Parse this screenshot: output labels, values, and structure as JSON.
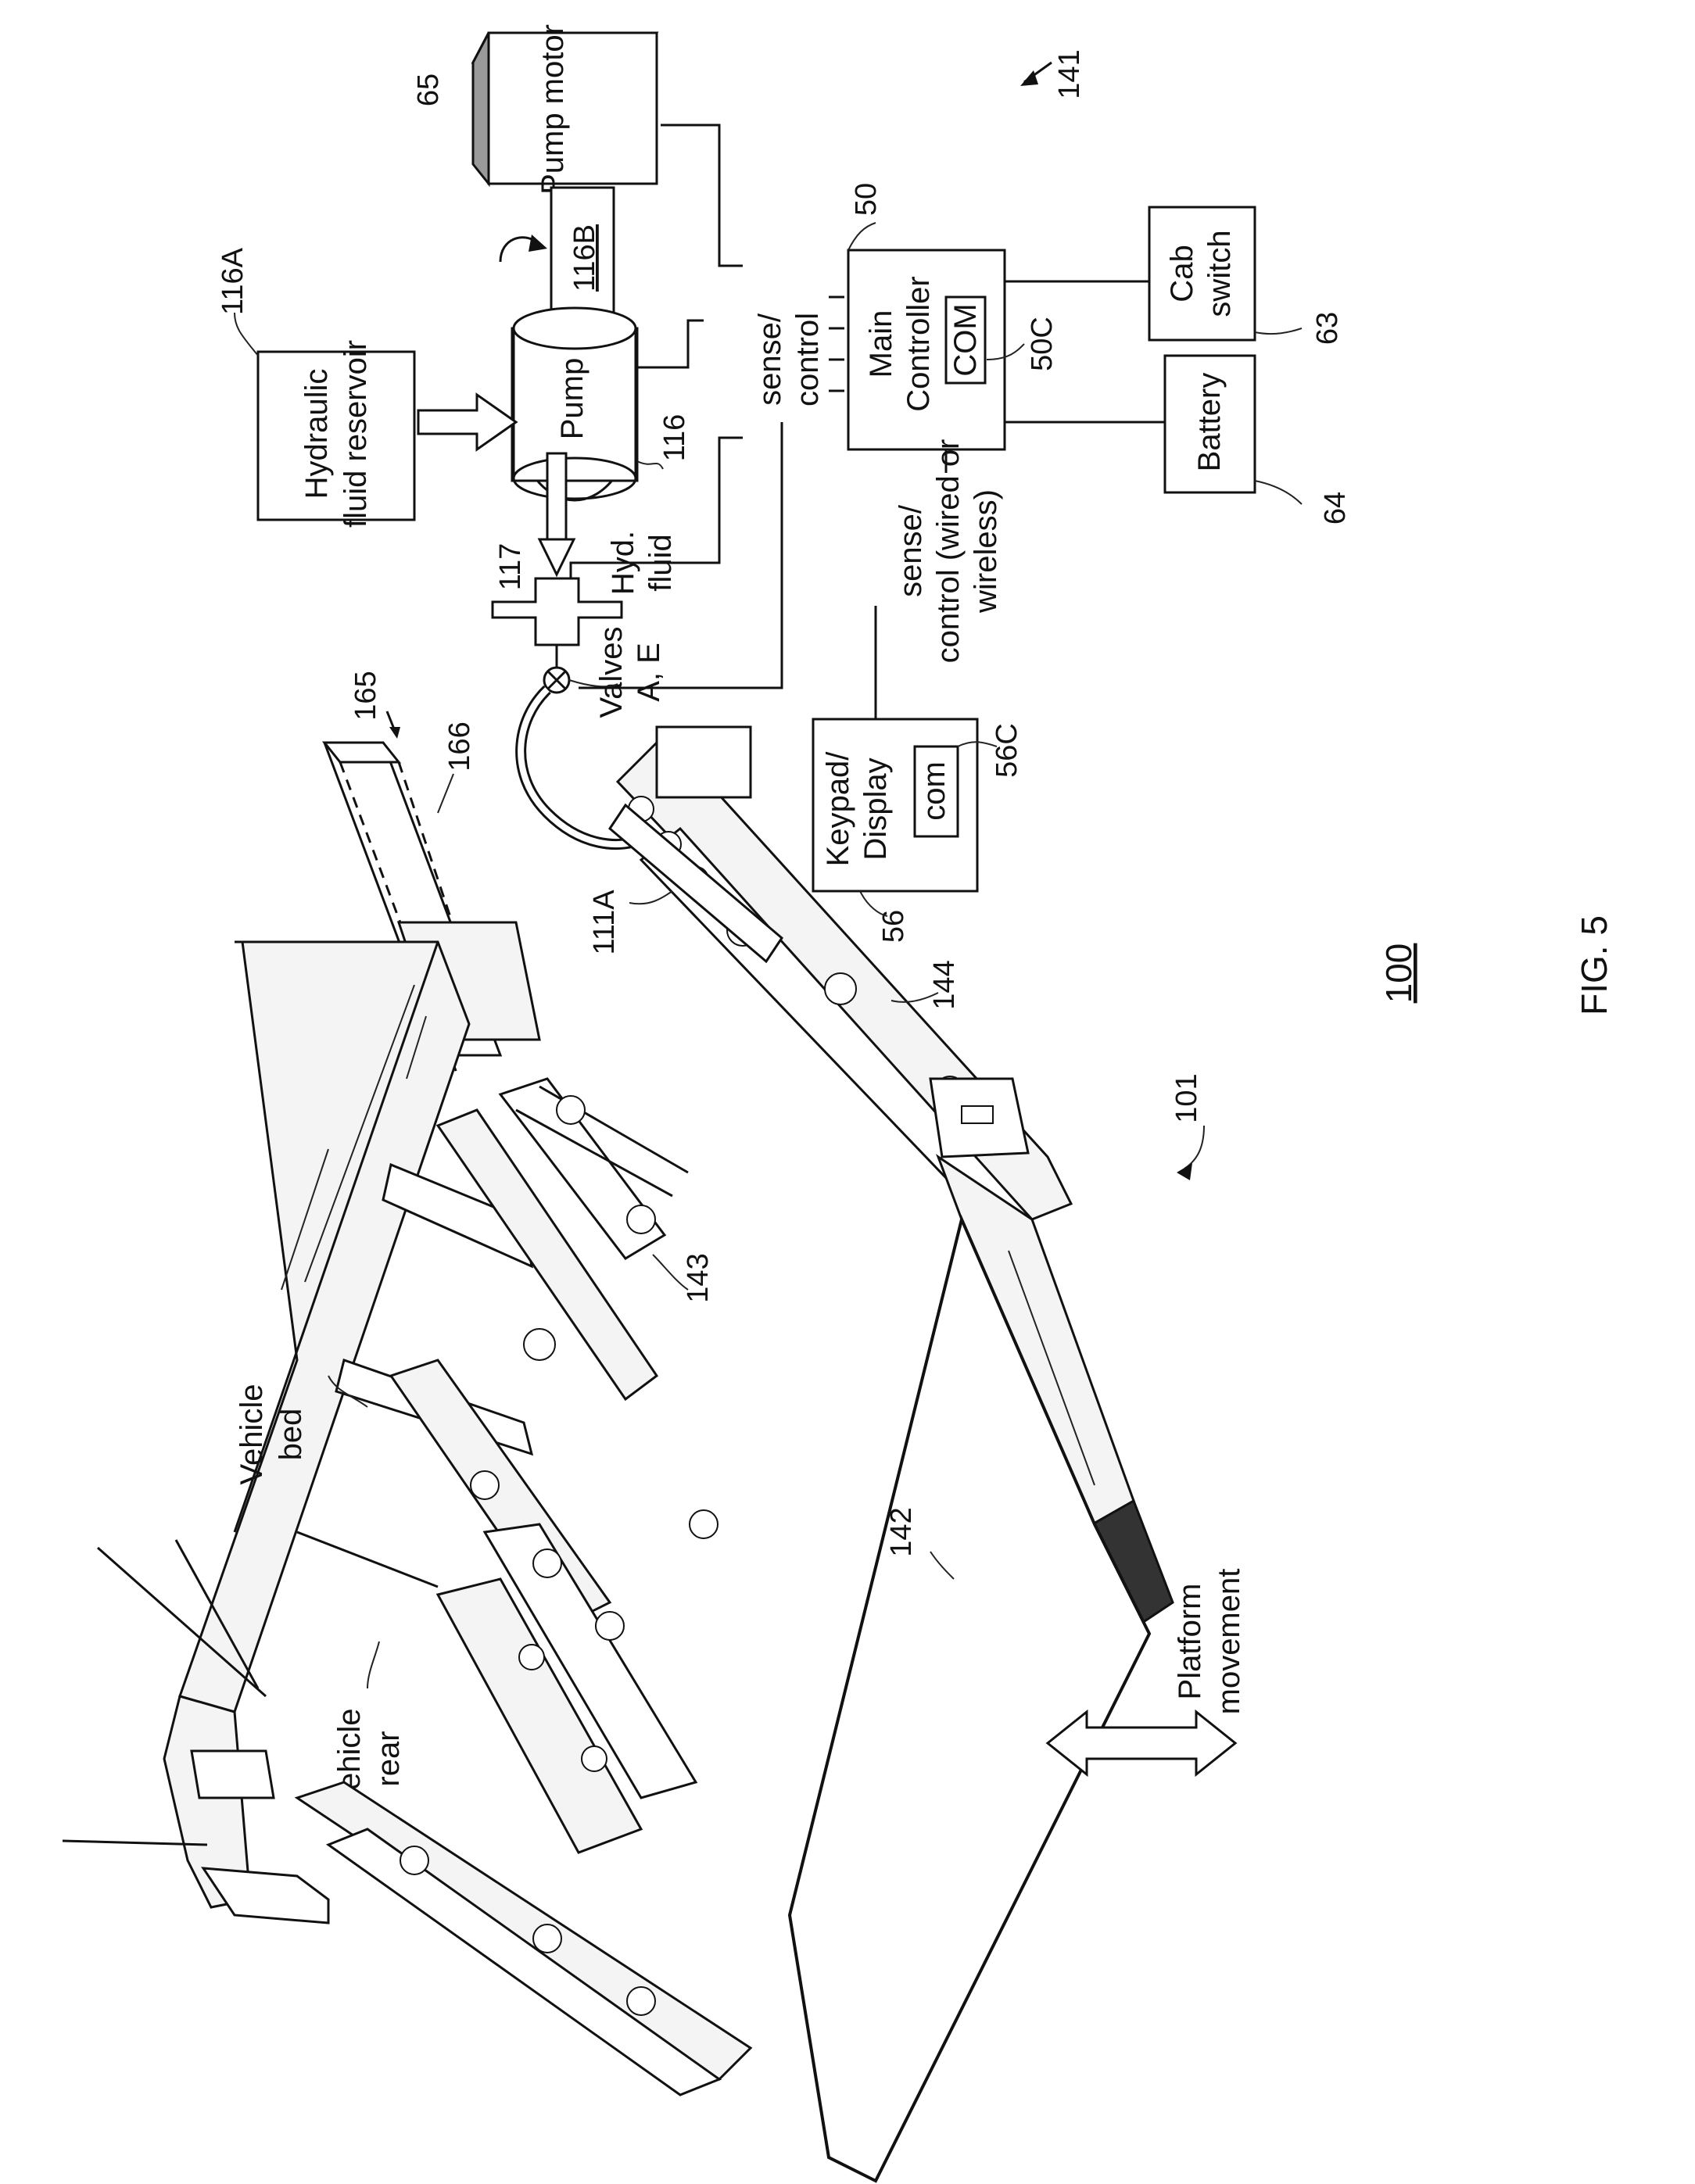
{
  "figure": {
    "fig_label": "FIG. 5",
    "assembly_ref": "100",
    "liftgate_ref": "101",
    "control_system_ref": "141"
  },
  "components": {
    "pump_motor": {
      "label": "Pump motor",
      "ref": "65"
    },
    "pump": {
      "label": "Pump",
      "ref": "116"
    },
    "shaft": {
      "ref": "116B"
    },
    "reservoir": {
      "label": "Hydraulic fluid reservoir",
      "ref": "116A"
    },
    "hyd_fluid": {
      "label": "Hyd. fluid"
    },
    "valve_block": {
      "ref": "117"
    },
    "valves": {
      "label": "Valves A, E"
    },
    "main_controller": {
      "label": "Main Controller",
      "ref": "50",
      "com_label": "COM",
      "com_ref": "50C"
    },
    "cab_switch": {
      "label": "Cab switch",
      "ref": "63"
    },
    "battery": {
      "label": "Battery",
      "ref": "64"
    },
    "keypad": {
      "label": "Keypad/ Display",
      "ref": "56",
      "com_label": "com",
      "com_ref": "56C"
    },
    "sense_control_1": {
      "label": "sense/ control"
    },
    "sense_control_2": {
      "label": "sense/ control (wired or wireless)"
    }
  },
  "mechanism": {
    "vehicle_bed": {
      "label": "Vehicle bed"
    },
    "vehicle_rear": {
      "label": "Vehicle rear"
    },
    "platform": {
      "ref": "142"
    },
    "arm_143": {
      "ref": "143"
    },
    "arm_144": {
      "ref": "144"
    },
    "arm_111a": {
      "ref": "111A"
    },
    "stow_165": {
      "ref": "165"
    },
    "stow_166": {
      "ref": "166"
    },
    "platform_movement": {
      "label": "Platform movement"
    }
  }
}
